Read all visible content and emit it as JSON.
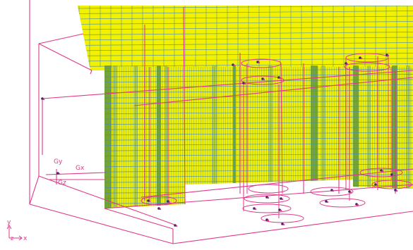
{
  "viewport": {
    "background": "#ffffff"
  },
  "colors": {
    "mesh_fill": "#f2f200",
    "mesh_fill_light": "#f7f75a",
    "mesh_line": "#4a86b8",
    "mesh_dark_band": "#4f8f3a",
    "mesh_mid_band": "#9fc24a",
    "wireframe": "#e0388a",
    "node": "#3a2a6a"
  },
  "labels": {
    "gy": "Gy",
    "gx": "Gx",
    "gz": "Gz"
  },
  "triad": {
    "y": "y",
    "z": "z",
    "x": "x"
  },
  "icons": {
    "triad": "coordinate-triad-icon",
    "gravity": "gravity-vector-icon"
  }
}
